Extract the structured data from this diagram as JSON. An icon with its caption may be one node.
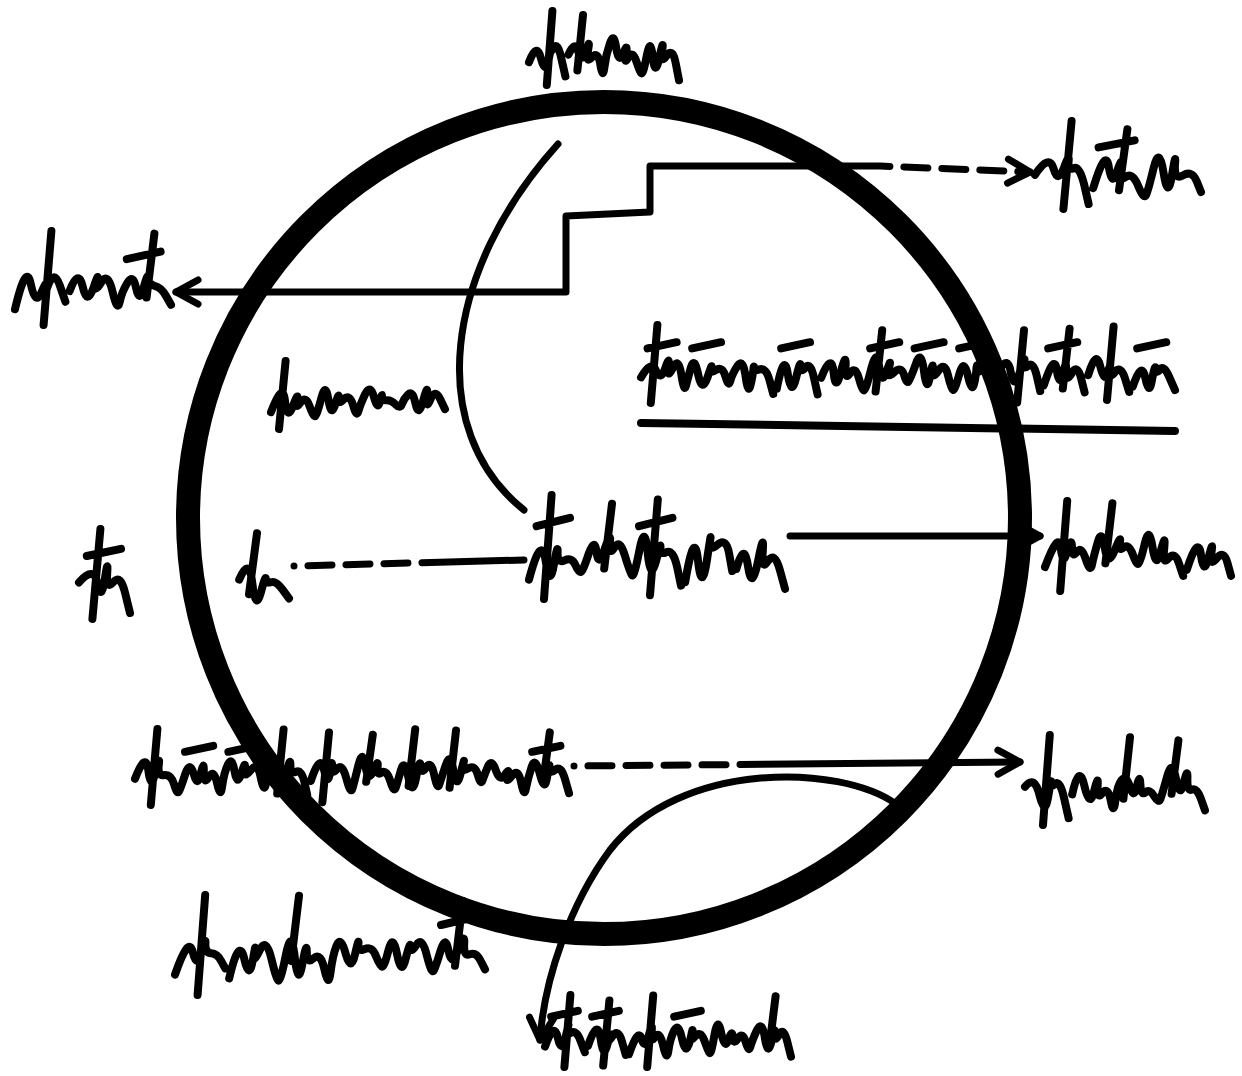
{
  "diagram": {
    "nodes": [
      {
        "text": [],
        "shape": "circle"
      },
      {
        "text": [],
        "shape": "picture"
      },
      {
        "text": [],
        "shape": "picture"
      },
      {
        "text": [],
        "shape": "picture"
      },
      {
        "text": [],
        "shape": "picture",
        "in": 0
      },
      {
        "text": [],
        "shape": "picture"
      },
      {
        "text": [],
        "shape": "picture"
      },
      {
        "text": [],
        "shape": "picture",
        "in": 0
      },
      {
        "text": [],
        "shape": "picture"
      },
      {
        "text": [],
        "shape": "picture"
      },
      {
        "text": [],
        "shape": "picture"
      },
      {
        "text": [],
        "shape": "picture"
      },
      {
        "text": [],
        "shape": "picture"
      }
    ],
    "edges": [
      {
        "from": 3,
        "to": 2,
        "arrow": "both",
        "style": "dashed"
      },
      {
        "from": 7,
        "to": 8,
        "arrow": "to"
      },
      {
        "from": 6,
        "to": 7,
        "arrow": "none",
        "style": "dashed"
      },
      {
        "from": 9,
        "to": 10,
        "arrow": "to",
        "style": "dashed"
      },
      {
        "from": null,
        "to": 7,
        "arrow": "none"
      },
      {
        "from": null,
        "to": 12,
        "arrow": "to"
      }
    ]
  }
}
